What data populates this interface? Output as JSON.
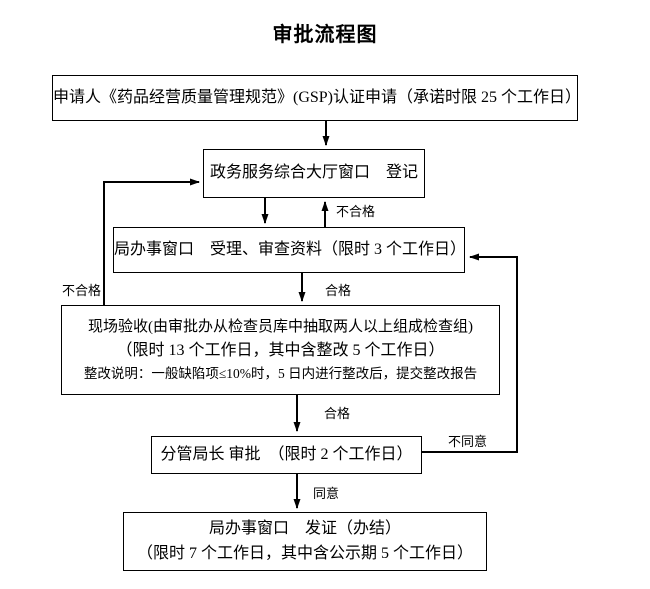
{
  "title": "审批流程图",
  "boxes": {
    "apply": {
      "lines": [
        "申请人《药品经营质量管理规范》(GSP)认证申请（承诺时限 25 个工作日）"
      ]
    },
    "register": {
      "lines": [
        "政务服务综合大厅窗口　登记"
      ]
    },
    "accept": {
      "lines": [
        "局办事窗口　受理、审查资料（限时 3 个工作日）"
      ]
    },
    "inspect": {
      "lines": [
        "现场验收(由审批办从检查员库中抽取两人以上组成检查组)",
        "（限时 13 个工作日，其中含整改 5 个工作日）",
        "整改说明：一般缺陷项≤10%时，5 日内进行整改后，提交整改报告"
      ]
    },
    "approve": {
      "lines": [
        "分管局长 审批　（限时 2 个工作日）"
      ]
    },
    "issue": {
      "lines": [
        "局办事窗口　发证（办结）",
        "（限时 7 个工作日，其中含公示期 5 个工作日）"
      ]
    }
  },
  "edge_labels": {
    "fail_to_register": "不合格",
    "fail_left": "不合格",
    "pass_to_inspect": "合格",
    "pass_to_approve": "合格",
    "disagree": "不同意",
    "agree": "同意"
  },
  "colors": {
    "line": "#000000",
    "background": "#ffffff",
    "text": "#000000"
  }
}
